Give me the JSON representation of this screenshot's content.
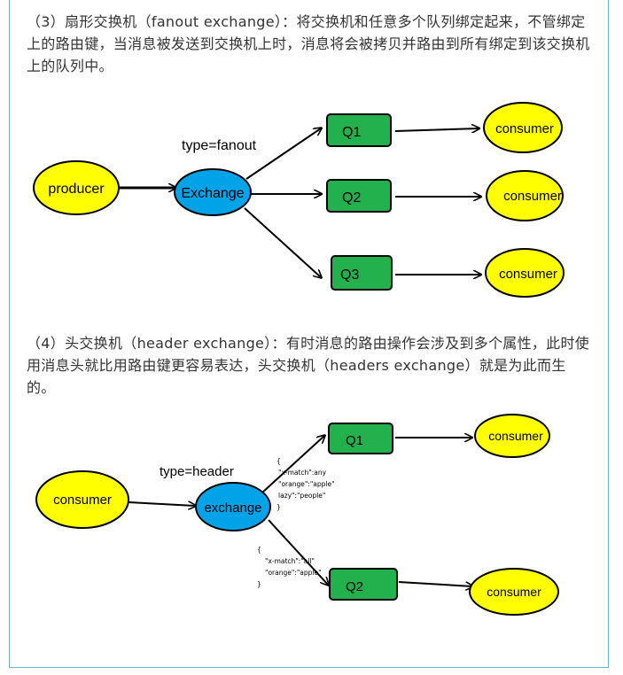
{
  "section_fanout": {
    "paragraph": "（3）扇形交换机（fanout exchange）：将交换机和任意多个队列绑定起来，不管绑定上的路由键，当消息被发送到交换机上时，消息将会被拷贝并路由到所有绑定到该交换机上的队列中。",
    "diagram": {
      "type_label": "type=fanout",
      "producer": "producer",
      "exchange": "Exchange",
      "queues": [
        "Q1",
        "Q2",
        "Q3"
      ],
      "consumers": [
        "consumer",
        "consumer",
        "consumer"
      ]
    }
  },
  "section_header": {
    "paragraph": "（4）头交换机（header exchange）：有时消息的路由操作会涉及到多个属性，此时使用消息头就比用路由键更容易表达，头交换机（headers exchange）就是为此而生的。",
    "diagram": {
      "type_label": "type=header",
      "source": "consumer",
      "exchange": "exchange",
      "queues": [
        "Q1",
        "Q2"
      ],
      "consumers": [
        "consumer",
        "consumer"
      ],
      "binding_q1": [
        "{",
        "\"x-match\":any",
        "\"orange\":\"apple\"",
        "lazy\":\"people\"",
        "}"
      ],
      "binding_q2": [
        "{",
        "\"x-match\":\"all\"",
        "\"orange\":\"apple\"",
        "}"
      ]
    }
  },
  "colors": {
    "node_yellow": "#ffff00",
    "node_blue": "#00a2e8",
    "node_green": "#22b14c",
    "frame_border": "#6fb3d2"
  }
}
